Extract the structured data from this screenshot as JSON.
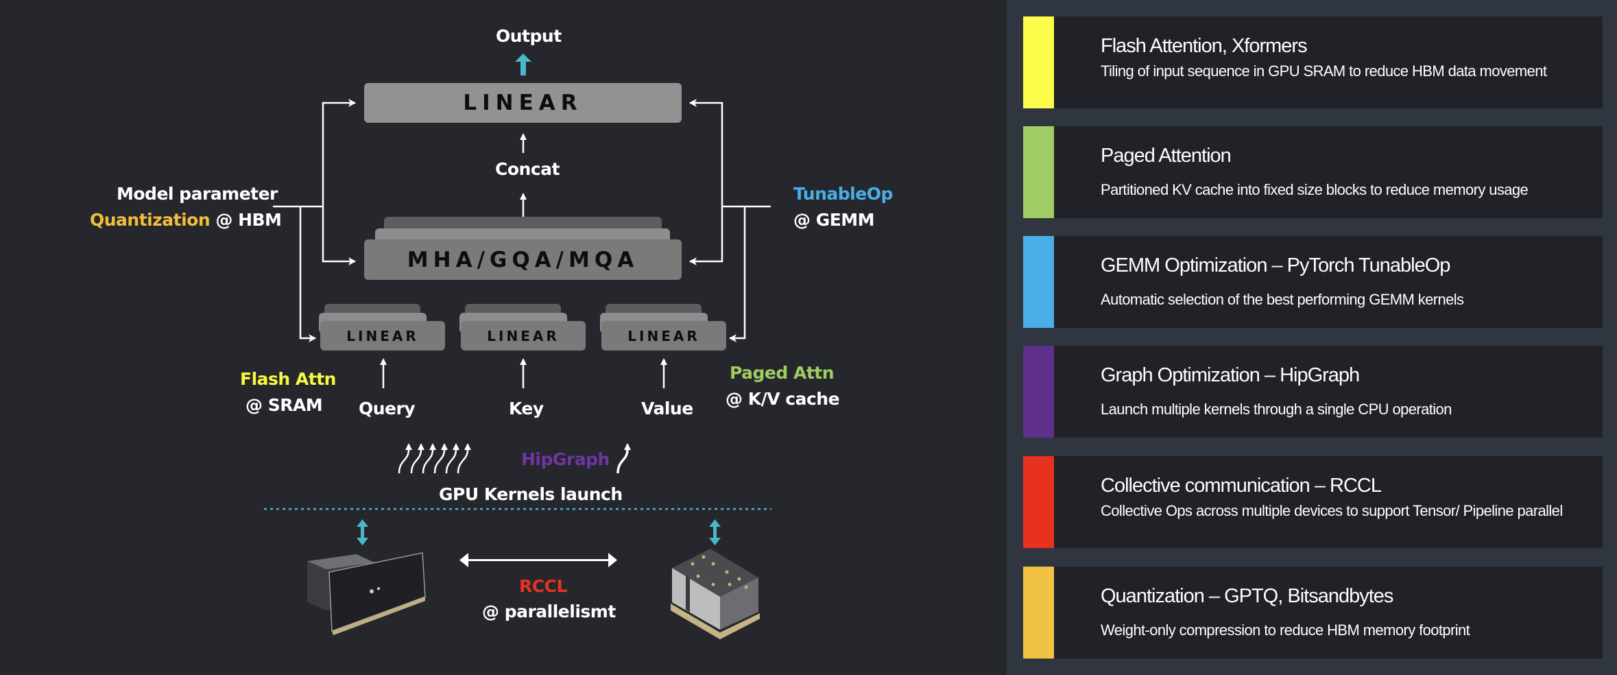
{
  "diagram": {
    "output_label": "Output",
    "concat_label": "Concat",
    "linear_top_label": "LINEAR",
    "attention_label": "MHA/GQA/MQA",
    "linear_query_label": "LINEAR",
    "linear_key_label": "LINEAR",
    "linear_value_label": "LINEAR",
    "query_label": "Query",
    "key_label": "Key",
    "value_label": "Value",
    "model_param": {
      "line1": "Model parameter",
      "highlight": "Quantization",
      "suffix": "@ HBM"
    },
    "tunableop": {
      "highlight": "TunableOp",
      "suffix": "@ GEMM"
    },
    "flash_attn": {
      "highlight": "Flash Attn",
      "suffix": "@ SRAM"
    },
    "paged_attn": {
      "highlight": "Paged Attn",
      "suffix": "@ K/V cache"
    },
    "hipgraph_label": "HipGraph",
    "gpu_kernels_label": "GPU Kernels launch",
    "rccl": {
      "highlight": "RCCL",
      "suffix": "@ parallelismt"
    },
    "devices": [
      {
        "name": "GPU accelerator card",
        "icon": "gpu-card-icon"
      },
      {
        "name": "GPU accelerator module",
        "icon": "gpu-module-icon"
      }
    ],
    "colors": {
      "quantization": "#f2bf3a",
      "tunableop": "#4aaee8",
      "flash_attn": "#f8f842",
      "paged_attn": "#9fcd5f",
      "hipgraph": "#6f35a5",
      "rccl": "#e8321f",
      "accent_arrow": "#49b8c9"
    }
  },
  "features": [
    {
      "title": "Flash Attention, Xformers",
      "description": "Tiling of input sequence in GPU SRAM to reduce HBM data movement",
      "color": "#fcfc4b"
    },
    {
      "title": "Paged Attention",
      "description": "Partitioned KV cache into fixed size blocks to reduce memory usage",
      "color": "#9fcd63"
    },
    {
      "title": "GEMM Optimization – PyTorch TunableOp",
      "description": "Automatic selection of the best performing GEMM kernels",
      "color": "#4aaee8"
    },
    {
      "title": "Graph Optimization – HipGraph",
      "description": "Launch multiple kernels through a single CPU operation",
      "color": "#5f2f8c"
    },
    {
      "title": "Collective communication – RCCL",
      "description": "Collective Ops across multiple devices to support Tensor/ Pipeline parallel",
      "color": "#e8321f"
    },
    {
      "title": "Quantization – GPTQ, Bitsandbytes",
      "description": "Weight-only compression to reduce HBM memory footprint",
      "color": "#f2c242"
    }
  ]
}
